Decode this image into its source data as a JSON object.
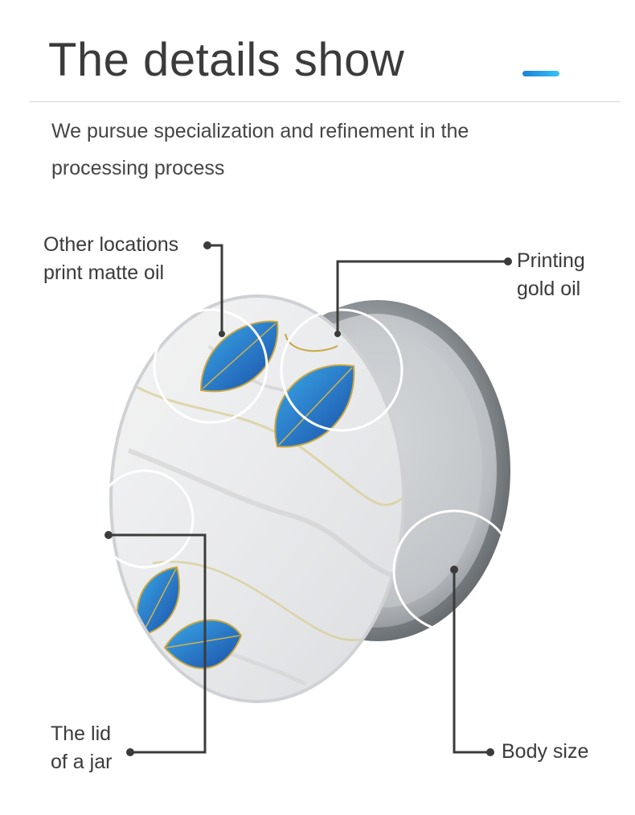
{
  "header": {
    "title": "The details show",
    "accent_color": "#2a9fe8"
  },
  "subtitle": "We pursue specialization and refinement in the processing process",
  "callouts": {
    "matte_oil": "Other locations\nprint matte oil",
    "gold_oil": "Printing\ngold oil",
    "lid": "The lid\nof a jar",
    "body_size": "Body size"
  },
  "product": {
    "lid_pattern": "white marble with blue leaves and gold veins",
    "body_material": "silver tin"
  }
}
